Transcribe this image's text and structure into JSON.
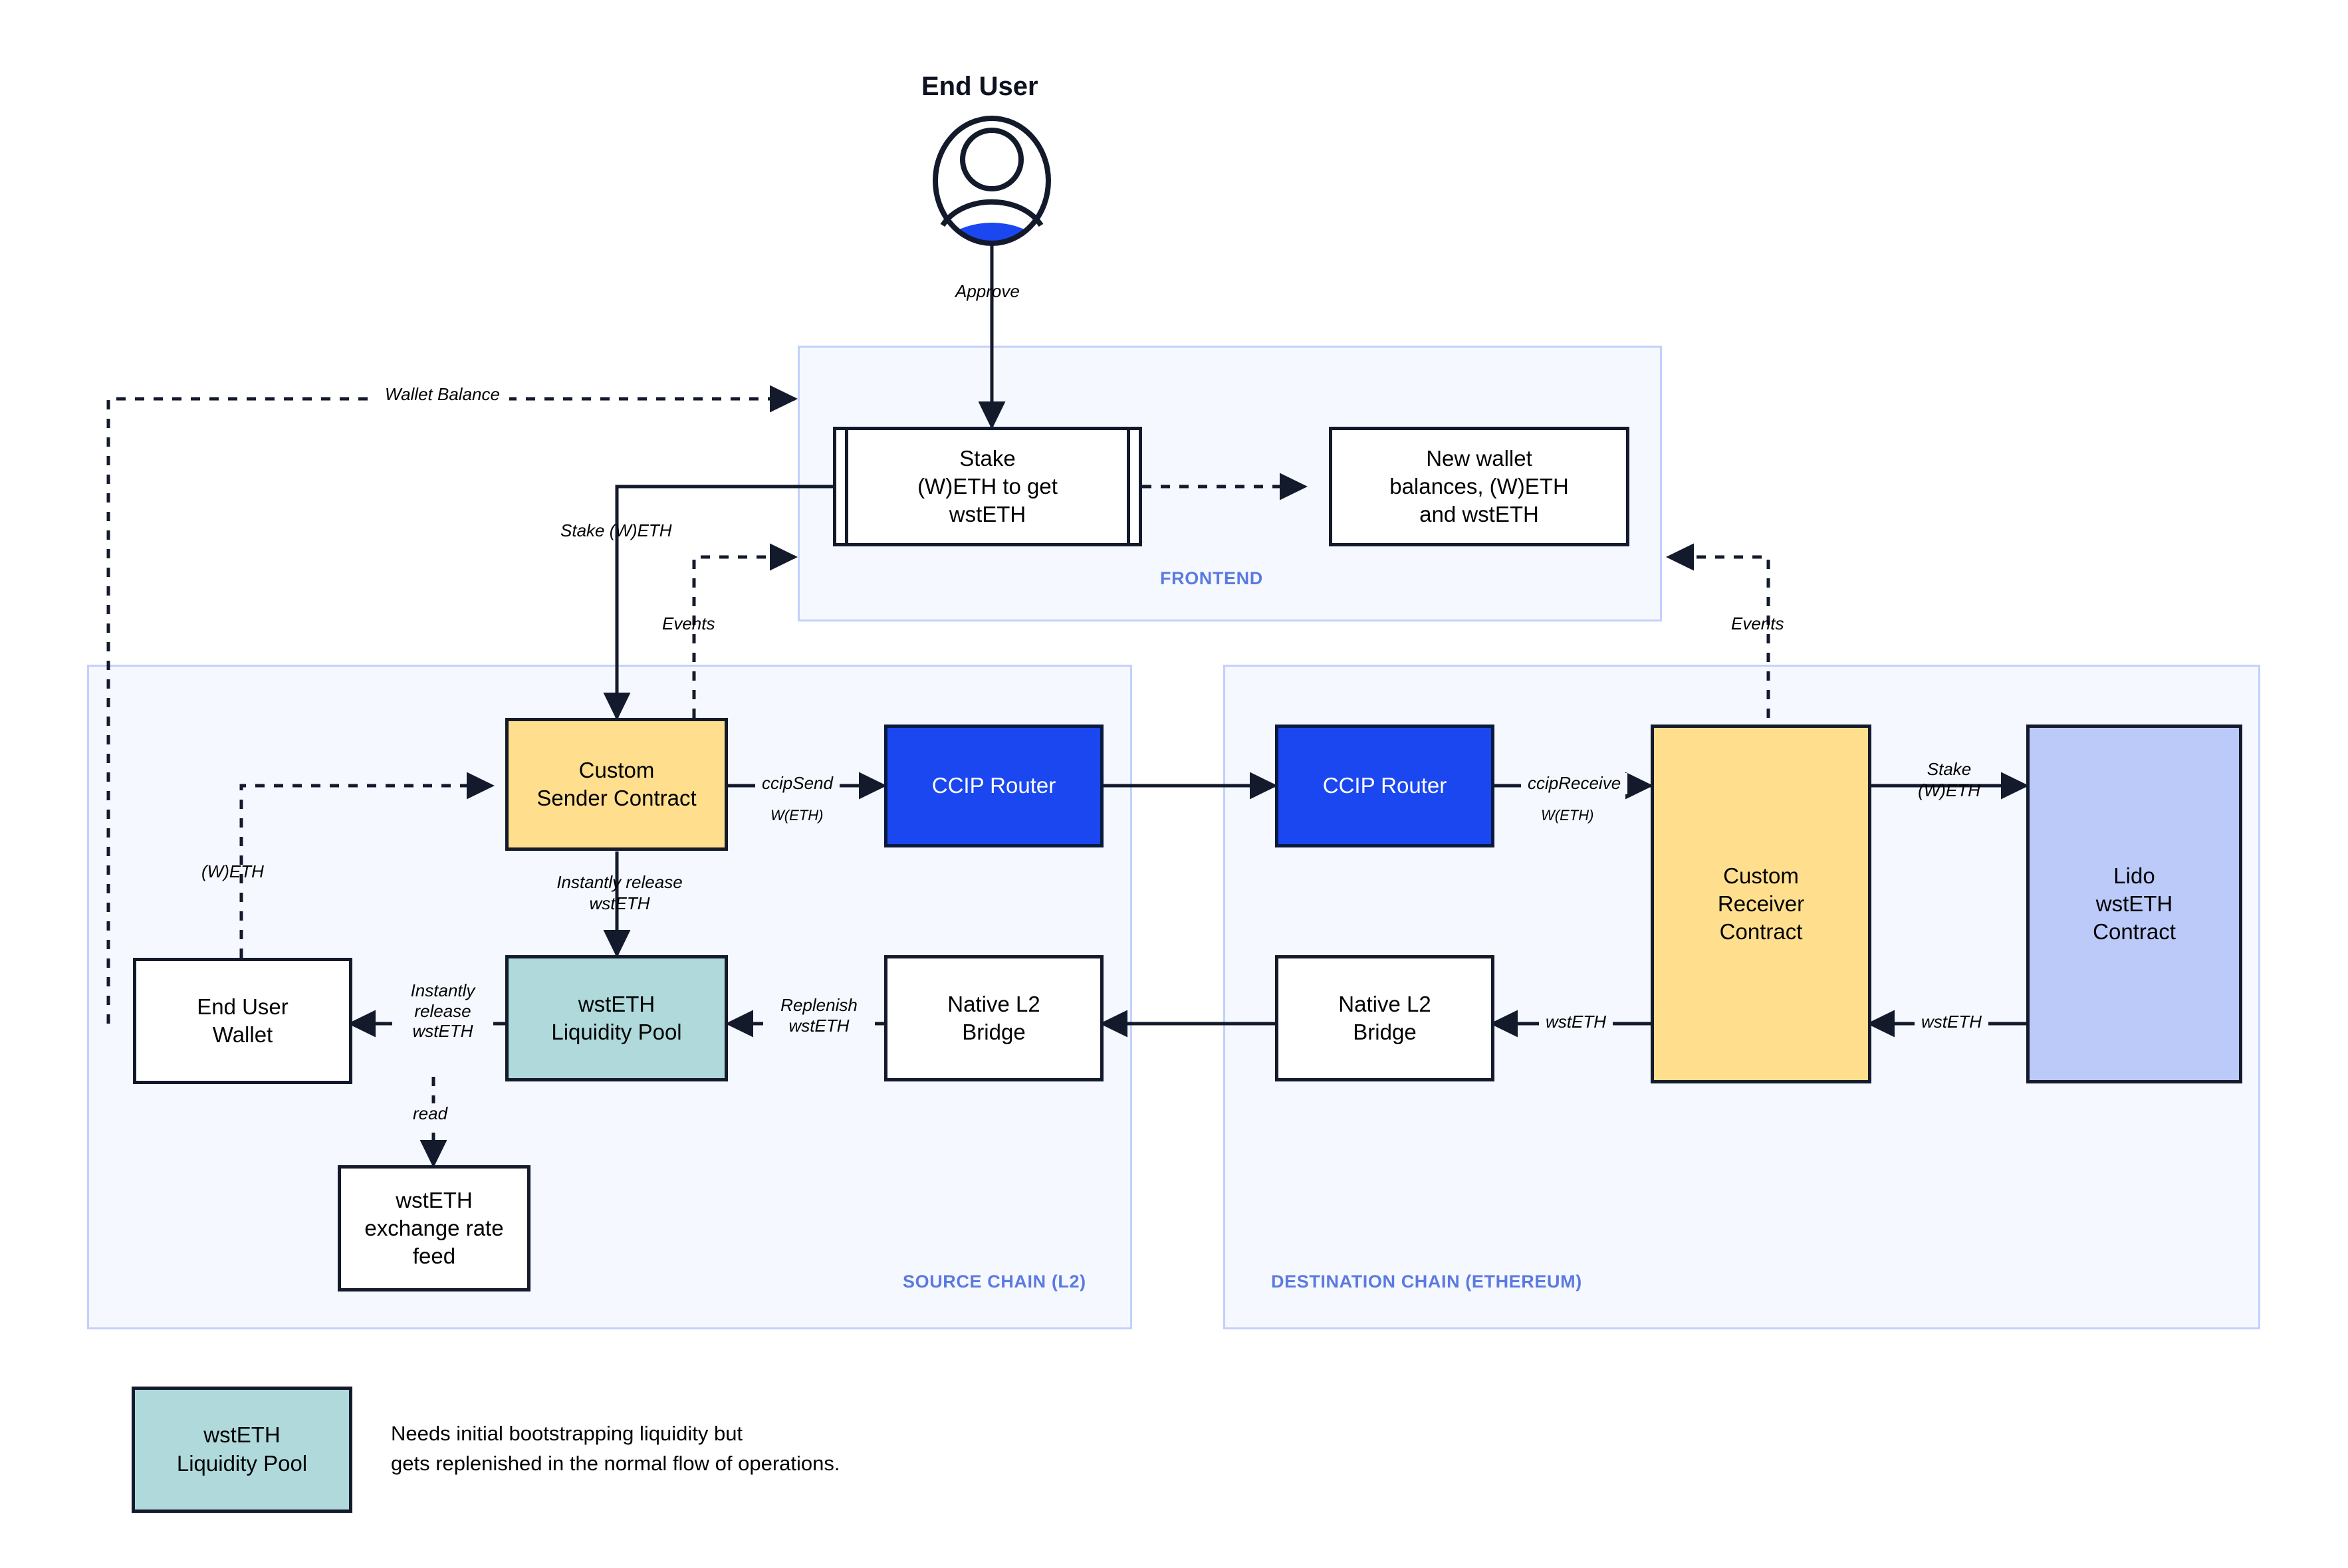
{
  "diagram": {
    "title": "wstETH cross-chain staking flow",
    "colors": {
      "blue": "#1a47ef",
      "yellow": "#ffdf8e",
      "teal": "#afd9db",
      "lavender": "#bccafa",
      "zone_fill": "#f5f8ff",
      "zone_border": "#c2d0fb",
      "zone_label": "#5b7ae0",
      "stroke": "#131a2b"
    }
  },
  "actor": {
    "label": "End User",
    "icon": "user-avatar-icon"
  },
  "zones": [
    {
      "id": "frontend",
      "label": "FRONTEND"
    },
    {
      "id": "source",
      "label": "SOURCE CHAIN (L2)"
    },
    {
      "id": "destination",
      "label": "DESTINATION CHAIN (ETHEREUM)"
    }
  ],
  "nodes": {
    "stake_form": "Stake\n(W)ETH to get\nwstETH",
    "new_balances": "New wallet\nbalances, (W)ETH\nand wstETH",
    "sender_contract": "Custom\nSender Contract",
    "ccip_router_src": "CCIP Router",
    "ccip_router_dst": "CCIP Router",
    "receiver_contract": "Custom\nReceiver\nContract",
    "lido_contract": "Lido\nwstETH\nContract",
    "liquidity_pool": "wstETH\nLiquidity Pool",
    "native_bridge_src": "Native L2\nBridge",
    "native_bridge_dst": "Native L2\nBridge",
    "end_user_wallet": "End User\nWallet",
    "rate_feed": "wstETH\nexchange rate\nfeed"
  },
  "edge_labels": {
    "approve": "Approve",
    "wallet_balance": "Wallet Balance",
    "stake_weth": "Stake (W)ETH",
    "events_src": "Events",
    "events_dst": "Events",
    "weth": "(W)ETH",
    "ccip_send": "ccipSend",
    "ccip_send_sub": "W(ETH)",
    "ccip_receive": "ccipReceive",
    "ccip_receive_sub": "W(ETH)",
    "stake_weth_dst": "Stake\n(W)ETH",
    "wsteth_dst_1": "wstETH",
    "wsteth_dst_2": "wstETH",
    "instant_release_pool": "Instantly release\nwstETH",
    "instant_release_wallet": "Instantly\nrelease\nwstETH",
    "replenish": "Replenish\nwstETH",
    "read": "read"
  },
  "legend": {
    "swatch_label": "wstETH\nLiquidity Pool",
    "note": "Needs initial bootstrapping liquidity but\ngets replenished in the normal flow of operations."
  }
}
